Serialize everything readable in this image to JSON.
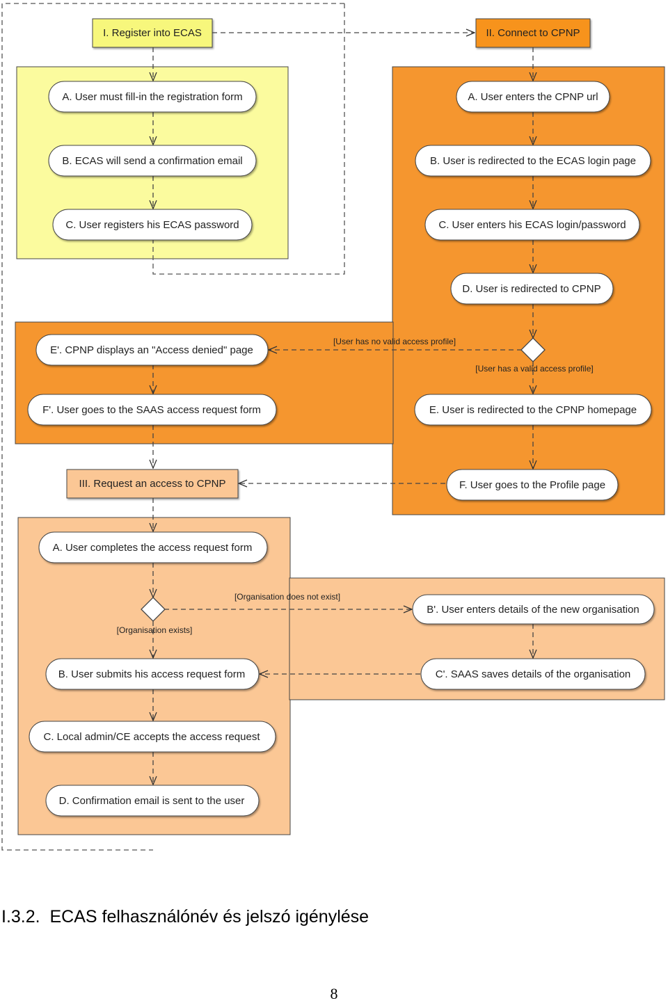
{
  "colors": {
    "yellow": "#fbfb9e",
    "orange": "#f5962f",
    "light_orange": "#fbc795",
    "header_yellow": "#f7f77b",
    "header_orange": "#f7931e",
    "header_light": "#fbc795"
  },
  "headers": {
    "register_ecas": "I. Register into ECAS",
    "connect_cpnp": "II. Connect to CPNP",
    "request_access": "III. Request an access to CPNP"
  },
  "register": {
    "a": "A. User must fill-in the registration form",
    "b": "B. ECAS will send a confirmation email",
    "c": "C. User registers his ECAS password"
  },
  "connect": {
    "a": "A. User enters the CPNP url",
    "b": "B. User is redirected to the ECAS login page",
    "c": "C. User enters his ECAS login/password",
    "d": "D. User is redirected to CPNP",
    "e": "E. User is redirected to the CPNP homepage",
    "f": "F. User goes to the Profile page",
    "e_alt": "E'. CPNP displays an \"Access denied\" page",
    "f_alt": "F'. User goes to the SAAS access request form",
    "guard_no_profile": "[User has no valid access profile]",
    "guard_valid_profile": "[User has a valid access profile]"
  },
  "request": {
    "a": "A. User completes the access request form",
    "b": "B. User submits his access request form",
    "c": "C. Local admin/CE accepts the access request",
    "d": "D. Confirmation email is sent to the user",
    "b_alt": "B'. User enters details of the new organisation",
    "c_alt": "C'. SAAS saves details of the organisation",
    "guard_org_missing": "[Organisation does not exist]",
    "guard_org_exists": "[Organisation exists]"
  },
  "section_title": "I.3.2.  ECAS felhasználónév és jelszó igénylése",
  "page_number": "8"
}
